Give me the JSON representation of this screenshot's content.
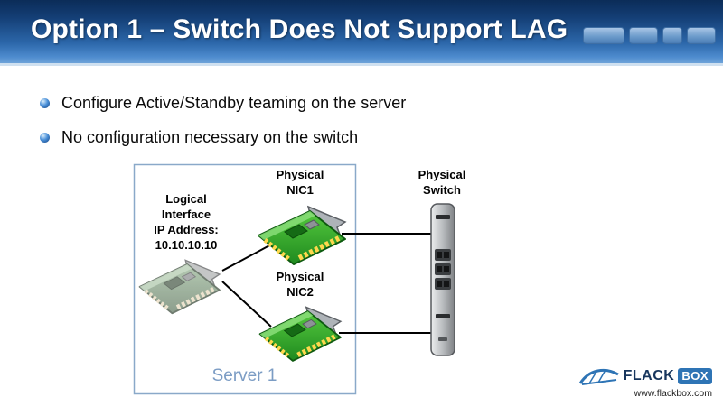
{
  "slide": {
    "title": "Option 1 – Switch Does Not Support LAG",
    "bullets": [
      "Configure Active/Standby teaming on the server",
      "No configuration necessary on the switch"
    ]
  },
  "diagram": {
    "server_label": "Server 1",
    "logical_interface": {
      "lines": [
        "Logical",
        "Interface",
        "IP Address:",
        "10.10.10.10"
      ]
    },
    "nic1": {
      "lines": [
        "Physical",
        "NIC1"
      ]
    },
    "nic2": {
      "lines": [
        "Physical",
        "NIC2"
      ]
    },
    "switch": {
      "lines": [
        "Physical",
        "Switch"
      ]
    }
  },
  "footer": {
    "brand_left": "FLACK",
    "brand_right": "BOX",
    "website": "www.flackbox.com"
  },
  "colors": {
    "header_top": "#0B2C58",
    "header_bottom": "#4D8BCE",
    "brand_blue": "#2E74B5",
    "brand_navy": "#17365D",
    "nic_green": "#2FA12F",
    "server_label_blue": "#7B9CC4"
  }
}
